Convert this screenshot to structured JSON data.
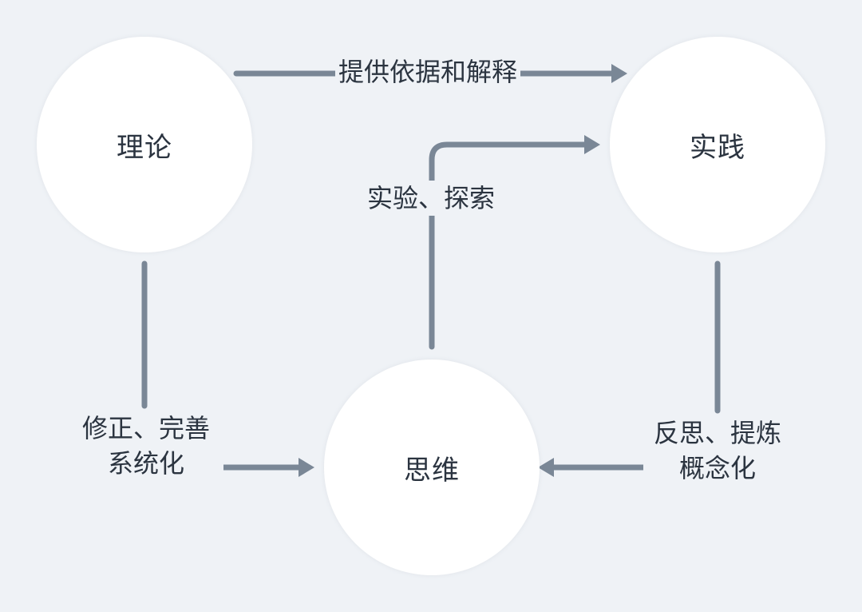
{
  "nodes": {
    "theory": "理论",
    "practice": "实践",
    "thinking": "思维"
  },
  "edges": {
    "theory_to_practice": "提供依据和解释",
    "thinking_to_practice": "实验、探索",
    "theory_to_thinking_line1": "修正、完善",
    "theory_to_thinking_line2": "系统化",
    "practice_to_thinking_line1": "反思、提炼",
    "practice_to_thinking_line2": "概念化"
  },
  "colors": {
    "background": "#eff2f6",
    "node_fill": "#ffffff",
    "connector": "#7a8796",
    "text": "#2b3440"
  }
}
